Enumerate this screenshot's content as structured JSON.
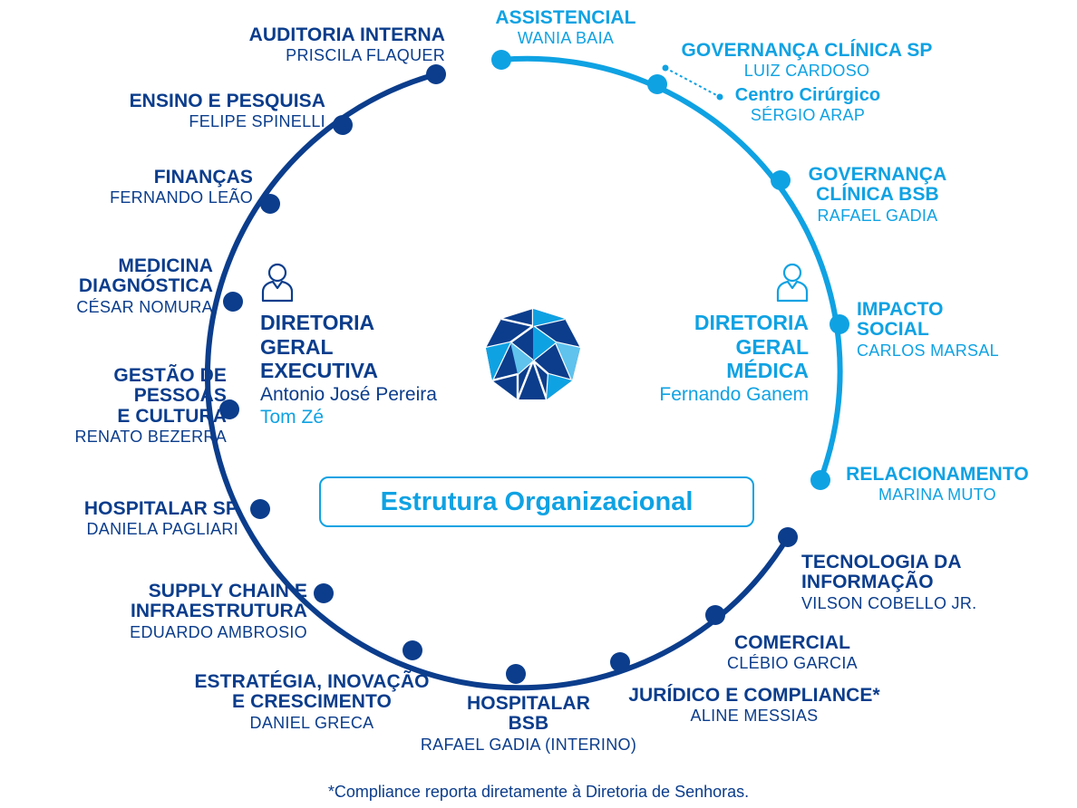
{
  "title": "Estrutura Organizacional",
  "footnote": "*Compliance reporta diretamente à Diretoria de Senhoras.",
  "colors": {
    "dark": "#0b3d8c",
    "light": "#0fa2e3"
  },
  "center_left": {
    "title_line1": "DIRETORIA",
    "title_line2": "GERAL",
    "title_line3": "EXECUTIVA",
    "name1": "Antonio José Pereira",
    "name2": "Tom Zé",
    "icon": "person-icon"
  },
  "center_right": {
    "title_line1": "DIRETORIA",
    "title_line2": "GERAL",
    "title_line3": "MÉDICA",
    "name1": "Fernando Ganem",
    "icon": "person-icon"
  },
  "logo": "polyhedron-logo",
  "units": [
    {
      "title": "AUDITORIA INTERNA",
      "name": "PRISCILA FLAQUER"
    },
    {
      "title": "ENSINO E PESQUISA",
      "name": "FELIPE SPINELLI"
    },
    {
      "title": "FINANÇAS",
      "name": "FERNANDO LEÃO"
    },
    {
      "title_line1": "MEDICINA",
      "title_line2": "DIAGNÓSTICA",
      "name": "CÉSAR NOMURA"
    },
    {
      "title_line1": "GESTÃO DE",
      "title_line2": "PESSOAS",
      "title_line3": "E CULTURA",
      "name": "RENATO BEZERRA"
    },
    {
      "title": "HOSPITALAR SP",
      "name": "DANIELA PAGLIARI"
    },
    {
      "title_line1": "SUPPLY CHAIN E",
      "title_line2": "INFRAESTRUTURA",
      "name": "EDUARDO AMBROSIO"
    },
    {
      "title_line1": "ESTRATÉGIA, INOVAÇÃO",
      "title_line2": "E CRESCIMENTO",
      "name": "DANIEL GRECA"
    },
    {
      "title_line1": "HOSPITALAR",
      "title_line2": "BSB",
      "name": "RAFAEL GADIA (INTERINO)"
    },
    {
      "title": "JURÍDICO E COMPLIANCE*",
      "name": "ALINE MESSIAS"
    },
    {
      "title": "COMERCIAL",
      "name": "CLÉBIO GARCIA"
    },
    {
      "title_line1": "TECNOLOGIA DA",
      "title_line2": "INFORMAÇÃO",
      "name": "VILSON COBELLO JR."
    },
    {
      "title": "RELACIONAMENTO",
      "name": "MARINA MUTO"
    },
    {
      "title_line1": "IMPACTO",
      "title_line2": "SOCIAL",
      "name": "CARLOS MARSAL"
    },
    {
      "title_line1": "GOVERNANÇA",
      "title_line2": "CLÍNICA BSB",
      "name": "RAFAEL GADIA"
    },
    {
      "title": "GOVERNANÇA CLÍNICA SP",
      "name": "LUIZ CARDOSO",
      "sub_title": "Centro Cirúrgico",
      "sub_name": "SÉRGIO ARAP"
    },
    {
      "title": "ASSISTENCIAL",
      "name": "WANIA BAIA"
    }
  ]
}
